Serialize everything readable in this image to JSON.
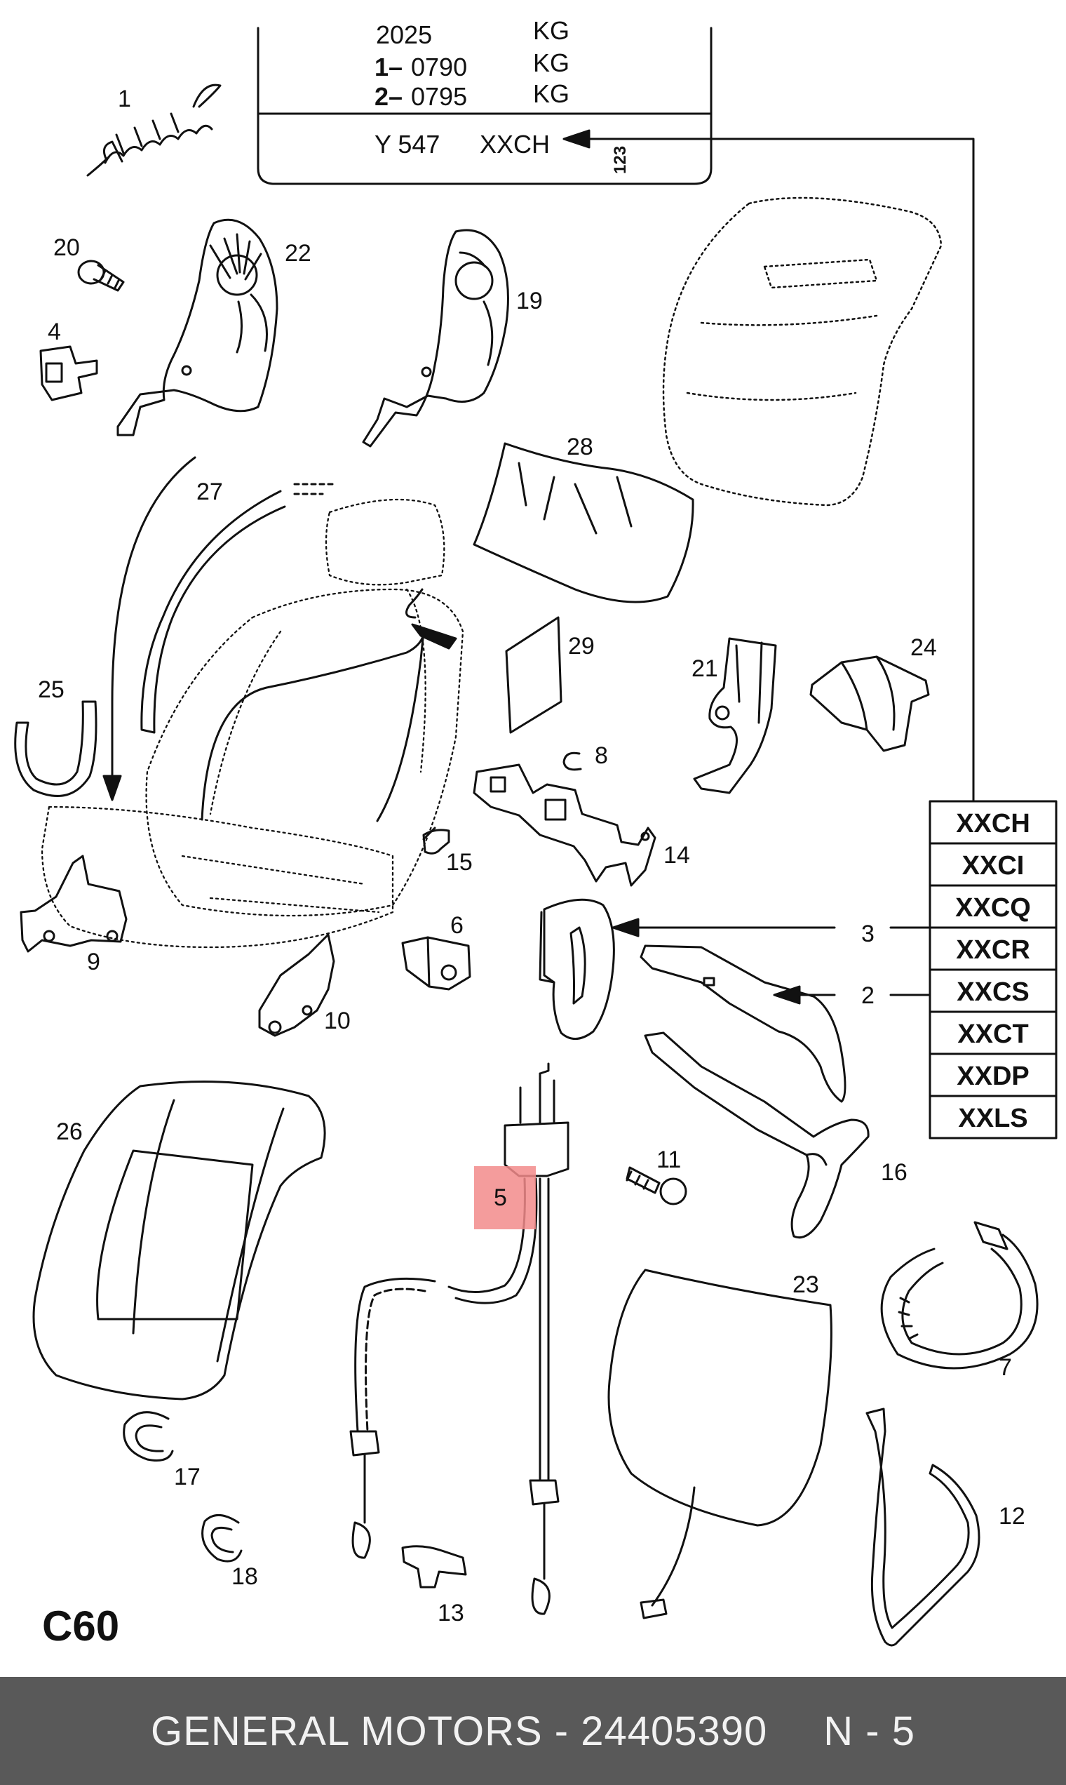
{
  "header_box": {
    "rows": [
      {
        "prefix": "",
        "code": "2025",
        "unit": "KG"
      },
      {
        "prefix": "1–",
        "code": "0790",
        "unit": "KG"
      },
      {
        "prefix": "2–",
        "code": "0795",
        "unit": "KG"
      }
    ],
    "model": "Y 547",
    "variant": "XXCH",
    "side_marker": "123"
  },
  "variant_table": [
    "XXCH",
    "XXCI",
    "XXCQ",
    "XXCR",
    "XXCS",
    "XXCT",
    "XXDP",
    "XXLS"
  ],
  "callouts": [
    "1",
    "20",
    "22",
    "19",
    "4",
    "27",
    "28",
    "25",
    "29",
    "21",
    "24",
    "8",
    "15",
    "14",
    "9",
    "6",
    "10",
    "3",
    "2",
    "26",
    "5",
    "11",
    "16",
    "23",
    "7",
    "17",
    "18",
    "13",
    "12"
  ],
  "section_code": "C60",
  "footer": {
    "brand_part": "GENERAL MOTORS - 24405390",
    "page": "N - 5"
  },
  "highlight_color": "#f28b8b"
}
